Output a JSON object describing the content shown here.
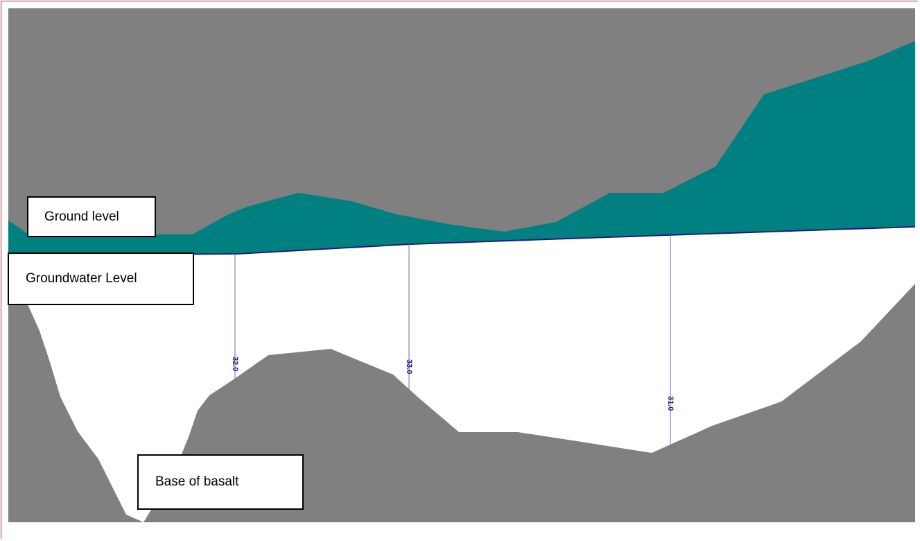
{
  "labels": {
    "ground_level": "Ground level",
    "groundwater_level": "Groundwater Level",
    "base_of_basalt": "Base of basalt"
  },
  "depth_markers": [
    {
      "text": "32.0"
    },
    {
      "text": "33.0"
    },
    {
      "text": "31.0"
    }
  ],
  "colors": {
    "frame_border": "#d42020",
    "rock": "#808080",
    "ground_layer": "#008080",
    "water_zone": "#ffffff",
    "groundwater_line": "#1a1a80",
    "depth_line": "#6a6ab0"
  }
}
